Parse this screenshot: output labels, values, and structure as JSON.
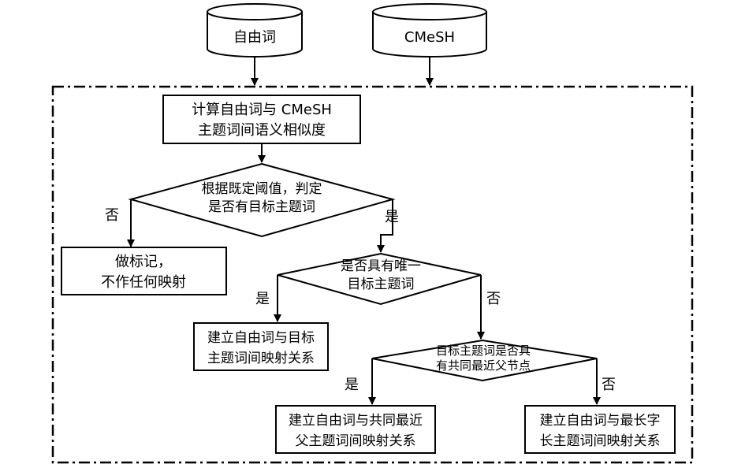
{
  "sources": {
    "free_words": "自由词",
    "cmesh": "CMeSH"
  },
  "steps": {
    "compute": [
      "计算自由词与 CMeSH",
      "主题词间语义相似度"
    ],
    "decision_threshold": [
      "根据既定阈值，判定",
      "是否有目标主题词"
    ],
    "mark": [
      "做标记，",
      "不作任何映射"
    ],
    "decision_unique": [
      "是否具有唯一",
      "目标主题词"
    ],
    "map_target": [
      "建立自由词与目标",
      "主题词间映射关系"
    ],
    "decision_parent": [
      "目标主题词是否具",
      "有共同最近父节点"
    ],
    "map_parent": [
      "建立自由词与共同最近",
      "父主题词间映射关系"
    ],
    "map_longest": [
      "建立自由词与最长字",
      "长主题词间映射关系"
    ]
  },
  "edge_labels": {
    "yes": "是",
    "no": "否"
  }
}
